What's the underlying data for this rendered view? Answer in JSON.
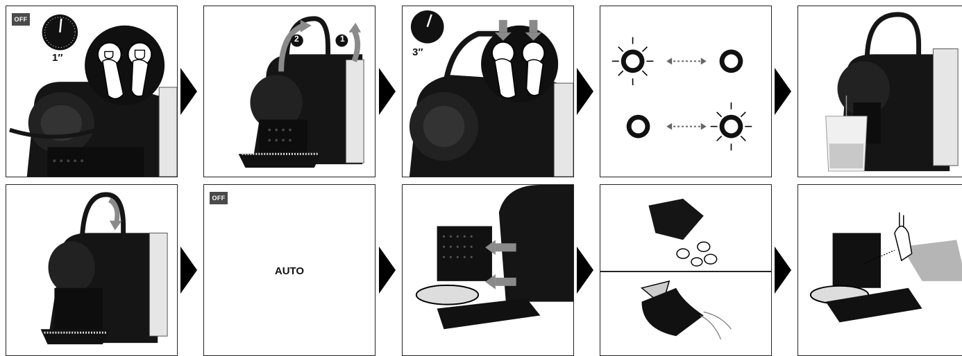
{
  "manual": {
    "off_badge": "OFF",
    "timer_1": "1″",
    "timer_2": "3″",
    "auto_text": "AUTO",
    "step_numbers": [
      "1",
      "2"
    ]
  },
  "colors": {
    "machine": "#151515",
    "highlight": "#555555",
    "arrow_grey": "#8a8a8a",
    "panel_border": "#222222",
    "water": "#c8c8c8",
    "cloth": "#b5b5b5"
  },
  "icons": [
    "stopwatch-icon",
    "espresso-cup-icon",
    "lungo-cup-icon",
    "finger-press-icon",
    "flow-arrow-icon",
    "blink-icon",
    "hand-icon"
  ]
}
